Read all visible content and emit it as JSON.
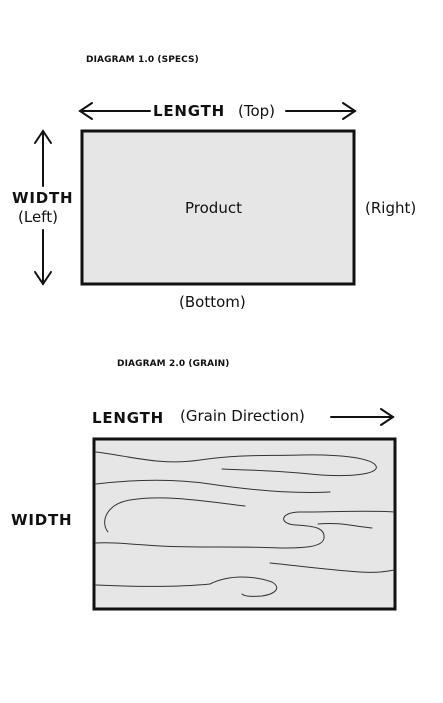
{
  "diagram1": {
    "caption": "DIAGRAM 1.0 (SPECS)",
    "length_word": "LENGTH",
    "length_side": "(Top)",
    "width_word": "WIDTH",
    "width_side": "(Left)",
    "center_label": "Product",
    "right_label": "(Right)",
    "bottom_label": "(Bottom)"
  },
  "diagram2": {
    "caption": "DIAGRAM 2.0 (GRAIN)",
    "length_word": "LENGTH",
    "grain_label": "(Grain Direction)",
    "width_word": "WIDTH"
  },
  "colors": {
    "fill": "#e6e6e6",
    "stroke": "#111111"
  }
}
